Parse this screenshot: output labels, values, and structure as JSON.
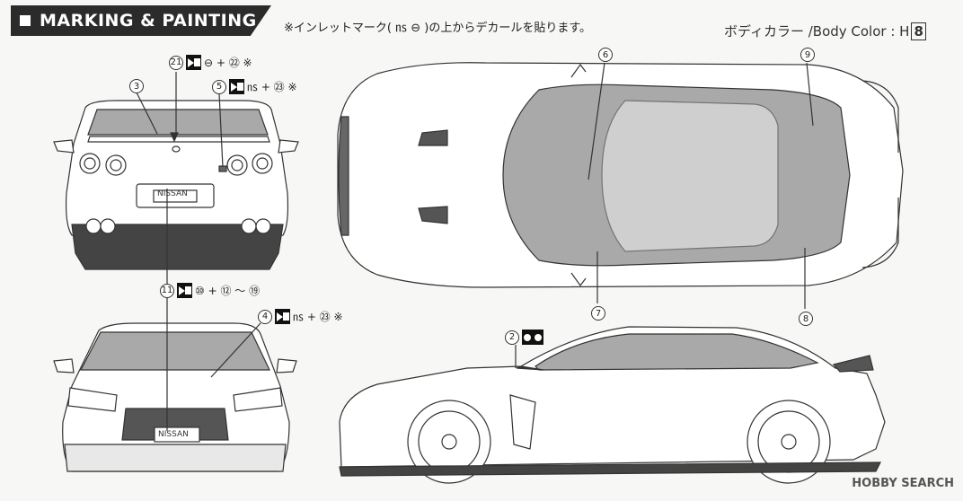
{
  "header": {
    "title": "MARKING & PAINTING"
  },
  "note": "※インレットマーク( ㎱ ⊖ )の上からデカールを貼ります。",
  "body_color": {
    "label": "ボディカラー /Body Color : H",
    "code": "8"
  },
  "callouts": {
    "c21": {
      "num": "21",
      "text": "⊖ + ㉒ ※"
    },
    "c3": {
      "num": "3"
    },
    "c5": {
      "num": "5",
      "text": "㎱ + ㉓ ※"
    },
    "c6": {
      "num": "6"
    },
    "c9": {
      "num": "9"
    },
    "c7": {
      "num": "7"
    },
    "c8": {
      "num": "8"
    },
    "c11": {
      "num": "11",
      "text": "⑩ + ⑫ 〜 ⑲"
    },
    "c4": {
      "num": "4",
      "text": "㎱ + ㉓ ※"
    },
    "c2": {
      "num": "2"
    }
  },
  "plates": {
    "rear": "NISSAN",
    "front": "NISSAN"
  },
  "watermark": "HOBBY SEARCH",
  "colors": {
    "header_bg": "#2b2b2b",
    "glass": "#9a9a9a",
    "line": "#333333"
  }
}
